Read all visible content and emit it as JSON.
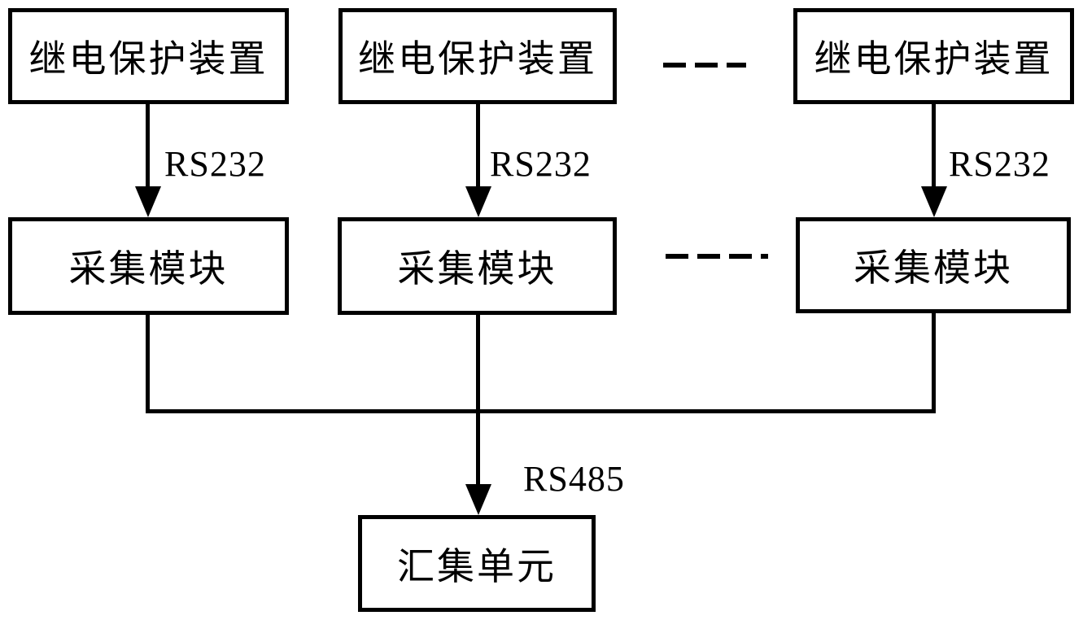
{
  "colors": {
    "line": "#000000",
    "background": "#ffffff",
    "text": "#000000"
  },
  "nodes": {
    "relay1": {
      "label": "继电保护装置"
    },
    "relay2": {
      "label": "继电保护装置"
    },
    "relay3": {
      "label": "继电保护装置"
    },
    "collector1": {
      "label": "采集模块"
    },
    "collector2": {
      "label": "采集模块"
    },
    "collector3": {
      "label": "采集模块"
    },
    "aggregator": {
      "label": "汇集单元"
    }
  },
  "links": {
    "rs232_1": {
      "label": "RS232"
    },
    "rs232_2": {
      "label": "RS232"
    },
    "rs232_3": {
      "label": "RS232"
    },
    "rs485": {
      "label": "RS485"
    }
  }
}
